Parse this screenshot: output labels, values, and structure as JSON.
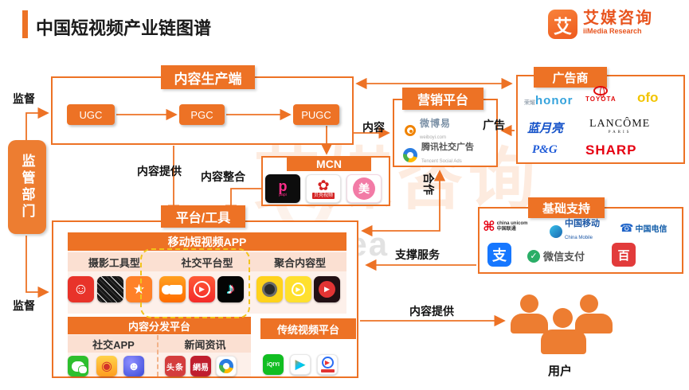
{
  "header": {
    "title": "中国短视频产业链图谱",
    "logo_glyph": "艾",
    "logo_cn": "艾媒咨询",
    "logo_en": "iiMedia Research"
  },
  "watermark": {
    "cn": "艾媒咨询",
    "ai": "艾",
    "en": "iMedia Resea"
  },
  "regulator": {
    "label": "监管部门",
    "supervise_top": "监督",
    "supervise_bottom": "监督"
  },
  "production": {
    "title": "内容生产端",
    "nodes": [
      "UGC",
      "PGC",
      "PUGC"
    ]
  },
  "mcn": {
    "title": "MCN",
    "papi_letter": "p",
    "papi_sub": "papi",
    "beike_flower": "✿",
    "beike_banner": "贝壳视频",
    "mei_glyph": "美"
  },
  "marketing": {
    "title": "营销平台",
    "weiboyi_cn": "微博易",
    "weiboyi_en": "weiboyi.com",
    "tsa_cn": "腾讯社交广告",
    "tsa_en": "Tencent Social Ads"
  },
  "advertisers": {
    "title": "广告商",
    "honor_prefix": "荣耀",
    "honor": "honor",
    "toyota": "TOYOTA",
    "ofo": "ofo",
    "bluemoon": "蓝月亮",
    "lancome": "LANCÔME",
    "lancome_sub": "PARIS",
    "pg": "P&G",
    "sharp": "SHARP"
  },
  "support": {
    "title": "基础支持",
    "unicom_icon": "⌘",
    "unicom_en": "china unicom",
    "unicom_cn": "中国联通",
    "cmcc_cn": "中国移动",
    "cmcc_en": "China Mobile",
    "telecom_icon": "☎",
    "telecom_cn": "中国电信",
    "alipay_glyph": "支",
    "wxpay_check": "✓",
    "wxpay_label": "微信支付",
    "redcloud_glyph": "百"
  },
  "platform": {
    "title": "平台/工具",
    "app_bar": "移动短视频APP",
    "categories": [
      "摄影工具型",
      "社交平台型",
      "聚合内容型"
    ],
    "app_icons": [
      "xiaokaxiu",
      "black-camera-tool",
      "vivavideo",
      "kuaishou",
      "huoshan-video",
      "douyin",
      "miaopai",
      "pear-video",
      "dark-video-app"
    ],
    "dist_bar": "内容分发平台",
    "dist_categories": [
      "社交APP",
      "新闻资讯"
    ],
    "social_icons": [
      "wechat",
      "weibo",
      "momo"
    ],
    "toutiao": "头条",
    "netease": "網易",
    "traditional_bar": "传统视频平台",
    "iqiyi": "iQIYI",
    "glyphs": {
      "smile": "☺",
      "star": "★",
      "play": "▶",
      "note": "♪",
      "eye": "◉",
      "face": "☻"
    }
  },
  "users": {
    "label": "用户"
  },
  "edges": {
    "content": "内容",
    "ad": "广告",
    "content_provide_left": "内容提供",
    "content_integrate": "内容整合",
    "cooperate": "合作",
    "support_service": "支撑服务",
    "content_provide_bottom": "内容提供"
  },
  "colors": {
    "primary": "#ED7225",
    "panel_pink": "#FBE0D2",
    "dashed_highlight": "#F2C41C"
  }
}
